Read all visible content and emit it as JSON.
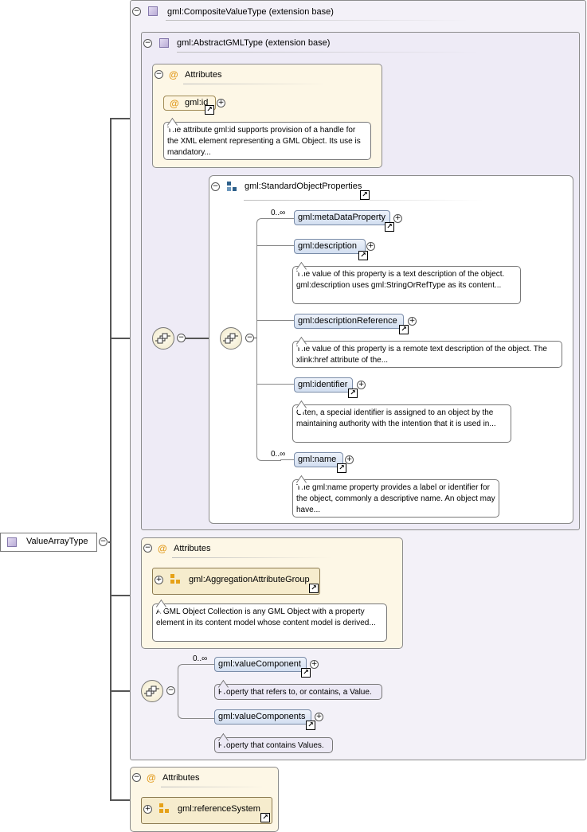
{
  "root": {
    "label": "ValueArrayType"
  },
  "composite": {
    "title": "gml:CompositeValueType (extension base)"
  },
  "abstract": {
    "title": "gml:AbstractGMLType (extension base)"
  },
  "attributes1": {
    "title": "Attributes",
    "id_label": "gml:id",
    "id_note": "The attribute gml:id supports provision of a handle for the XML element representing a GML Object. Its use is mandatory..."
  },
  "std_props": {
    "title": "gml:StandardObjectProperties",
    "items": [
      {
        "label": "gml:metaDataProperty",
        "occ": "0..∞",
        "note": ""
      },
      {
        "label": "gml:description",
        "occ": "",
        "note": "The value of this property is a text description of the object. gml:description uses gml:StringOrRefType as its content..."
      },
      {
        "label": "gml:descriptionReference",
        "occ": "",
        "note": "The value of this property is a remote text description of the object. The xlink:href attribute of the..."
      },
      {
        "label": "gml:identifier",
        "occ": "",
        "note": "Often, a special identifier is assigned to an object by the maintaining authority with the intention that it is used in..."
      },
      {
        "label": "gml:name",
        "occ": "0..∞",
        "note": "The gml:name property provides a label or identifier for the object, commonly a descriptive name. An object may have..."
      }
    ]
  },
  "attributes2": {
    "title": "Attributes",
    "group_label": "gml:AggregationAttributeGroup",
    "group_note": "A GML Object Collection is any GML Object with a property element in its content model whose content model is derived..."
  },
  "value_choice": {
    "occ": "0..∞",
    "items": [
      {
        "label": "gml:valueComponent",
        "note": "Property that refers to, or contains, a Value."
      },
      {
        "label": "gml:valueComponents",
        "note": "Property that contains Values."
      }
    ]
  },
  "attributes3": {
    "title": "Attributes",
    "ref_label": "gml:referenceSystem"
  },
  "glyphs": {
    "minus": "−",
    "plus": "+",
    "link": "↗",
    "at": "@"
  },
  "colors": {
    "type_bg": "#f3f1f8",
    "attr_bg": "#fdf7e6",
    "element_bg": "#d2def0",
    "attr_icon": "#e29b1e",
    "group_icon": "#e6a117"
  }
}
